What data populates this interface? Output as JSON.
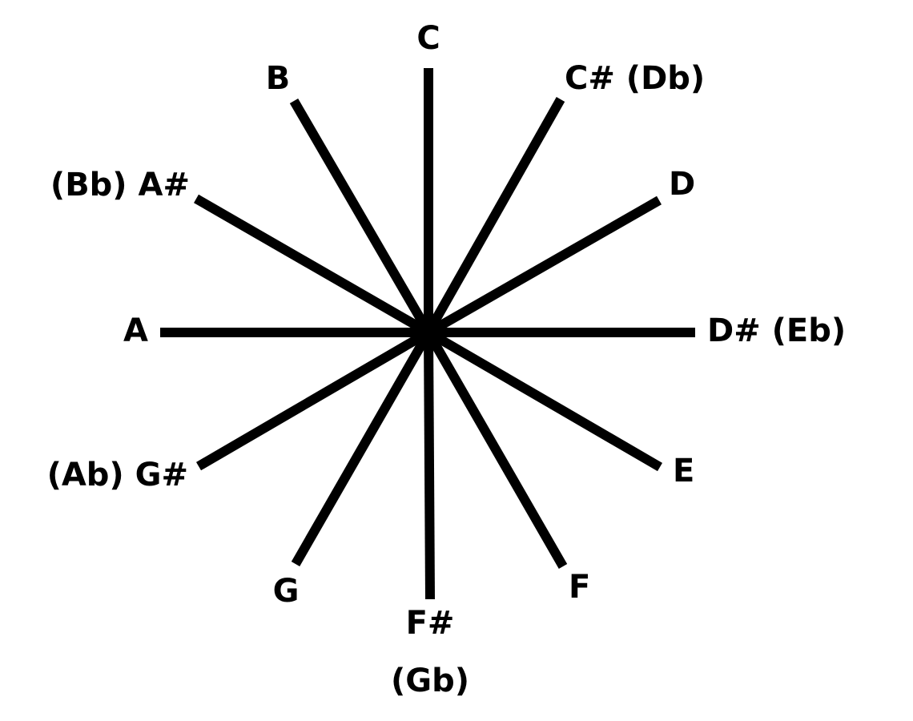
{
  "colors": {
    "background": "#ffffff",
    "ink": "#000000"
  },
  "notes": [
    {
      "id": "c",
      "label": "C"
    },
    {
      "id": "c-sharp",
      "label": "C# (Db)"
    },
    {
      "id": "d",
      "label": "D"
    },
    {
      "id": "d-sharp",
      "label": "D# (Eb)"
    },
    {
      "id": "e",
      "label": "E"
    },
    {
      "id": "f",
      "label": "F"
    },
    {
      "id": "f-sharp",
      "label": "F#",
      "label2": "(Gb)"
    },
    {
      "id": "g",
      "label": "G"
    },
    {
      "id": "g-sharp",
      "label": "(Ab) G#"
    },
    {
      "id": "a",
      "label": "A"
    },
    {
      "id": "a-sharp",
      "label": "(Bb) A#"
    },
    {
      "id": "b",
      "label": "B"
    }
  ]
}
